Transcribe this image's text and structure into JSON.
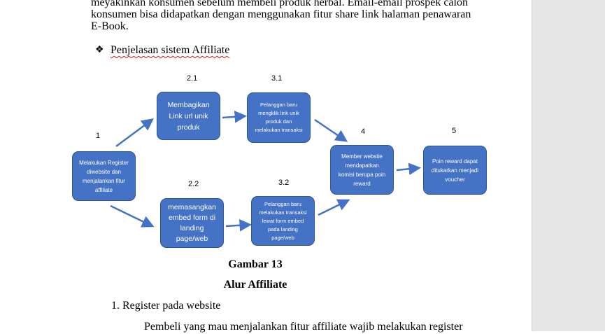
{
  "document": {
    "paragraph_lines": [
      "meyakinkan konsumen sebelum membeli produk herbal. Email-email prospek calon",
      "konsumen bisa didapatkan dengan menggunakan fitur share link halaman penawaran",
      "E-Book."
    ],
    "bullet_symbol": "❖",
    "bullet_text": "Penjelasan sistem Affiliate",
    "diagram": {
      "steps": {
        "s1": {
          "number": "1",
          "text": "Melakukan Register diwebsite dan menjalankan fitur affiliate"
        },
        "s21": {
          "number": "2.1",
          "text": "Membagikan Link url unik produk"
        },
        "s31": {
          "number": "3.1",
          "text": "Pelanggan baru mengklik link unik produk dan melakukan transaksi"
        },
        "s22": {
          "number": "2.2",
          "text": "memasangkan embed form di landing page/web"
        },
        "s32": {
          "number": "3.2",
          "text": "Pelanggan baru melakukan transaksi lewat form embed pada landing page/web"
        },
        "s4": {
          "number": "4",
          "text": "Member website mendapatkan komisi berupa poin reward"
        },
        "s5": {
          "number": "5",
          "text": "Poin reward dapat ditukarkan menjadi voucher"
        }
      }
    },
    "caption_title": "Gambar 13",
    "caption_subtitle": "Alur Affiliate",
    "list_item": "1. Register pada website",
    "last_line": "Pembeli yang mau menjalankan fitur affiliate wajib melakukan register"
  },
  "colors": {
    "box_fill": "#4472c4",
    "box_border": "#2f5597",
    "arrow": "#4472c4",
    "spellcheck": "#d11a1a"
  }
}
